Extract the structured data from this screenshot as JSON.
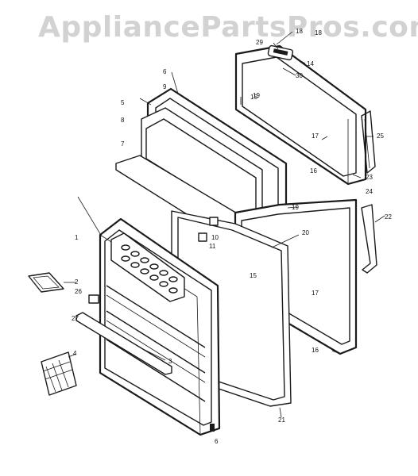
{
  "watermark": "AppliancePartsPros.com",
  "callouts": {
    "c1": "1",
    "c2": "2",
    "c3": "3",
    "c4": "4",
    "c5": "5",
    "c6": "6",
    "c6b": "6",
    "c7": "7",
    "c8": "8",
    "c9": "9",
    "c10": "10",
    "c11": "11",
    "c14": "14",
    "c15": "15",
    "c15b": "15",
    "c16": "16",
    "c16b": "16",
    "c17": "17",
    "c17b": "17",
    "c18": "18",
    "c18b": "18",
    "c19": "19",
    "c19b": "19",
    "c20": "20",
    "c21": "21",
    "c22": "22",
    "c23": "23",
    "c24": "24",
    "c25": "25",
    "c26": "26",
    "c27": "27",
    "c29": "29",
    "c30": "30"
  }
}
